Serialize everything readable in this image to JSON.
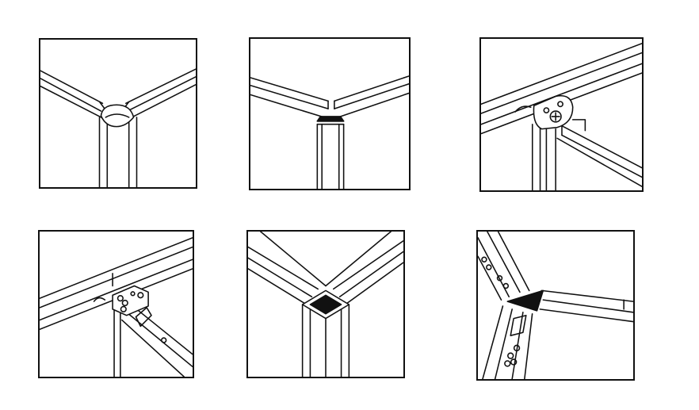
{
  "panels": [
    {
      "id": "rounded-cap-corner-joint"
    },
    {
      "id": "flat-cap-corner-joint"
    },
    {
      "id": "screw-plate-corner-joint"
    },
    {
      "id": "bracket-plate-corner-joint"
    },
    {
      "id": "square-post-corner-joint"
    },
    {
      "id": "triangle-cap-corner-joint"
    }
  ]
}
